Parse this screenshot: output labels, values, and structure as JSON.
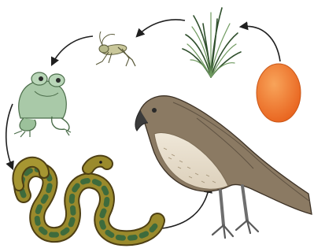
{
  "diagram": {
    "type": "food-chain-cycle",
    "nodes": [
      {
        "id": "sun",
        "icon": "sun-icon",
        "color": "#f07a2a"
      },
      {
        "id": "grass",
        "icon": "grass-icon",
        "color": "#4f7a45"
      },
      {
        "id": "grasshopper",
        "icon": "grasshopper-icon",
        "color": "#b7b98a"
      },
      {
        "id": "frog",
        "icon": "frog-icon",
        "color": "#a9c9a8"
      },
      {
        "id": "snake",
        "icon": "snake-icon",
        "color": "#9a8a2c"
      },
      {
        "id": "hawk",
        "icon": "hawk-icon",
        "color": "#8b7a63"
      }
    ],
    "edges": [
      {
        "from": "sun",
        "to": "grass"
      },
      {
        "from": "grass",
        "to": "grasshopper"
      },
      {
        "from": "grasshopper",
        "to": "frog"
      },
      {
        "from": "frog",
        "to": "snake"
      },
      {
        "from": "snake",
        "to": "hawk"
      }
    ],
    "arrow_color": "#1f1f1f"
  }
}
